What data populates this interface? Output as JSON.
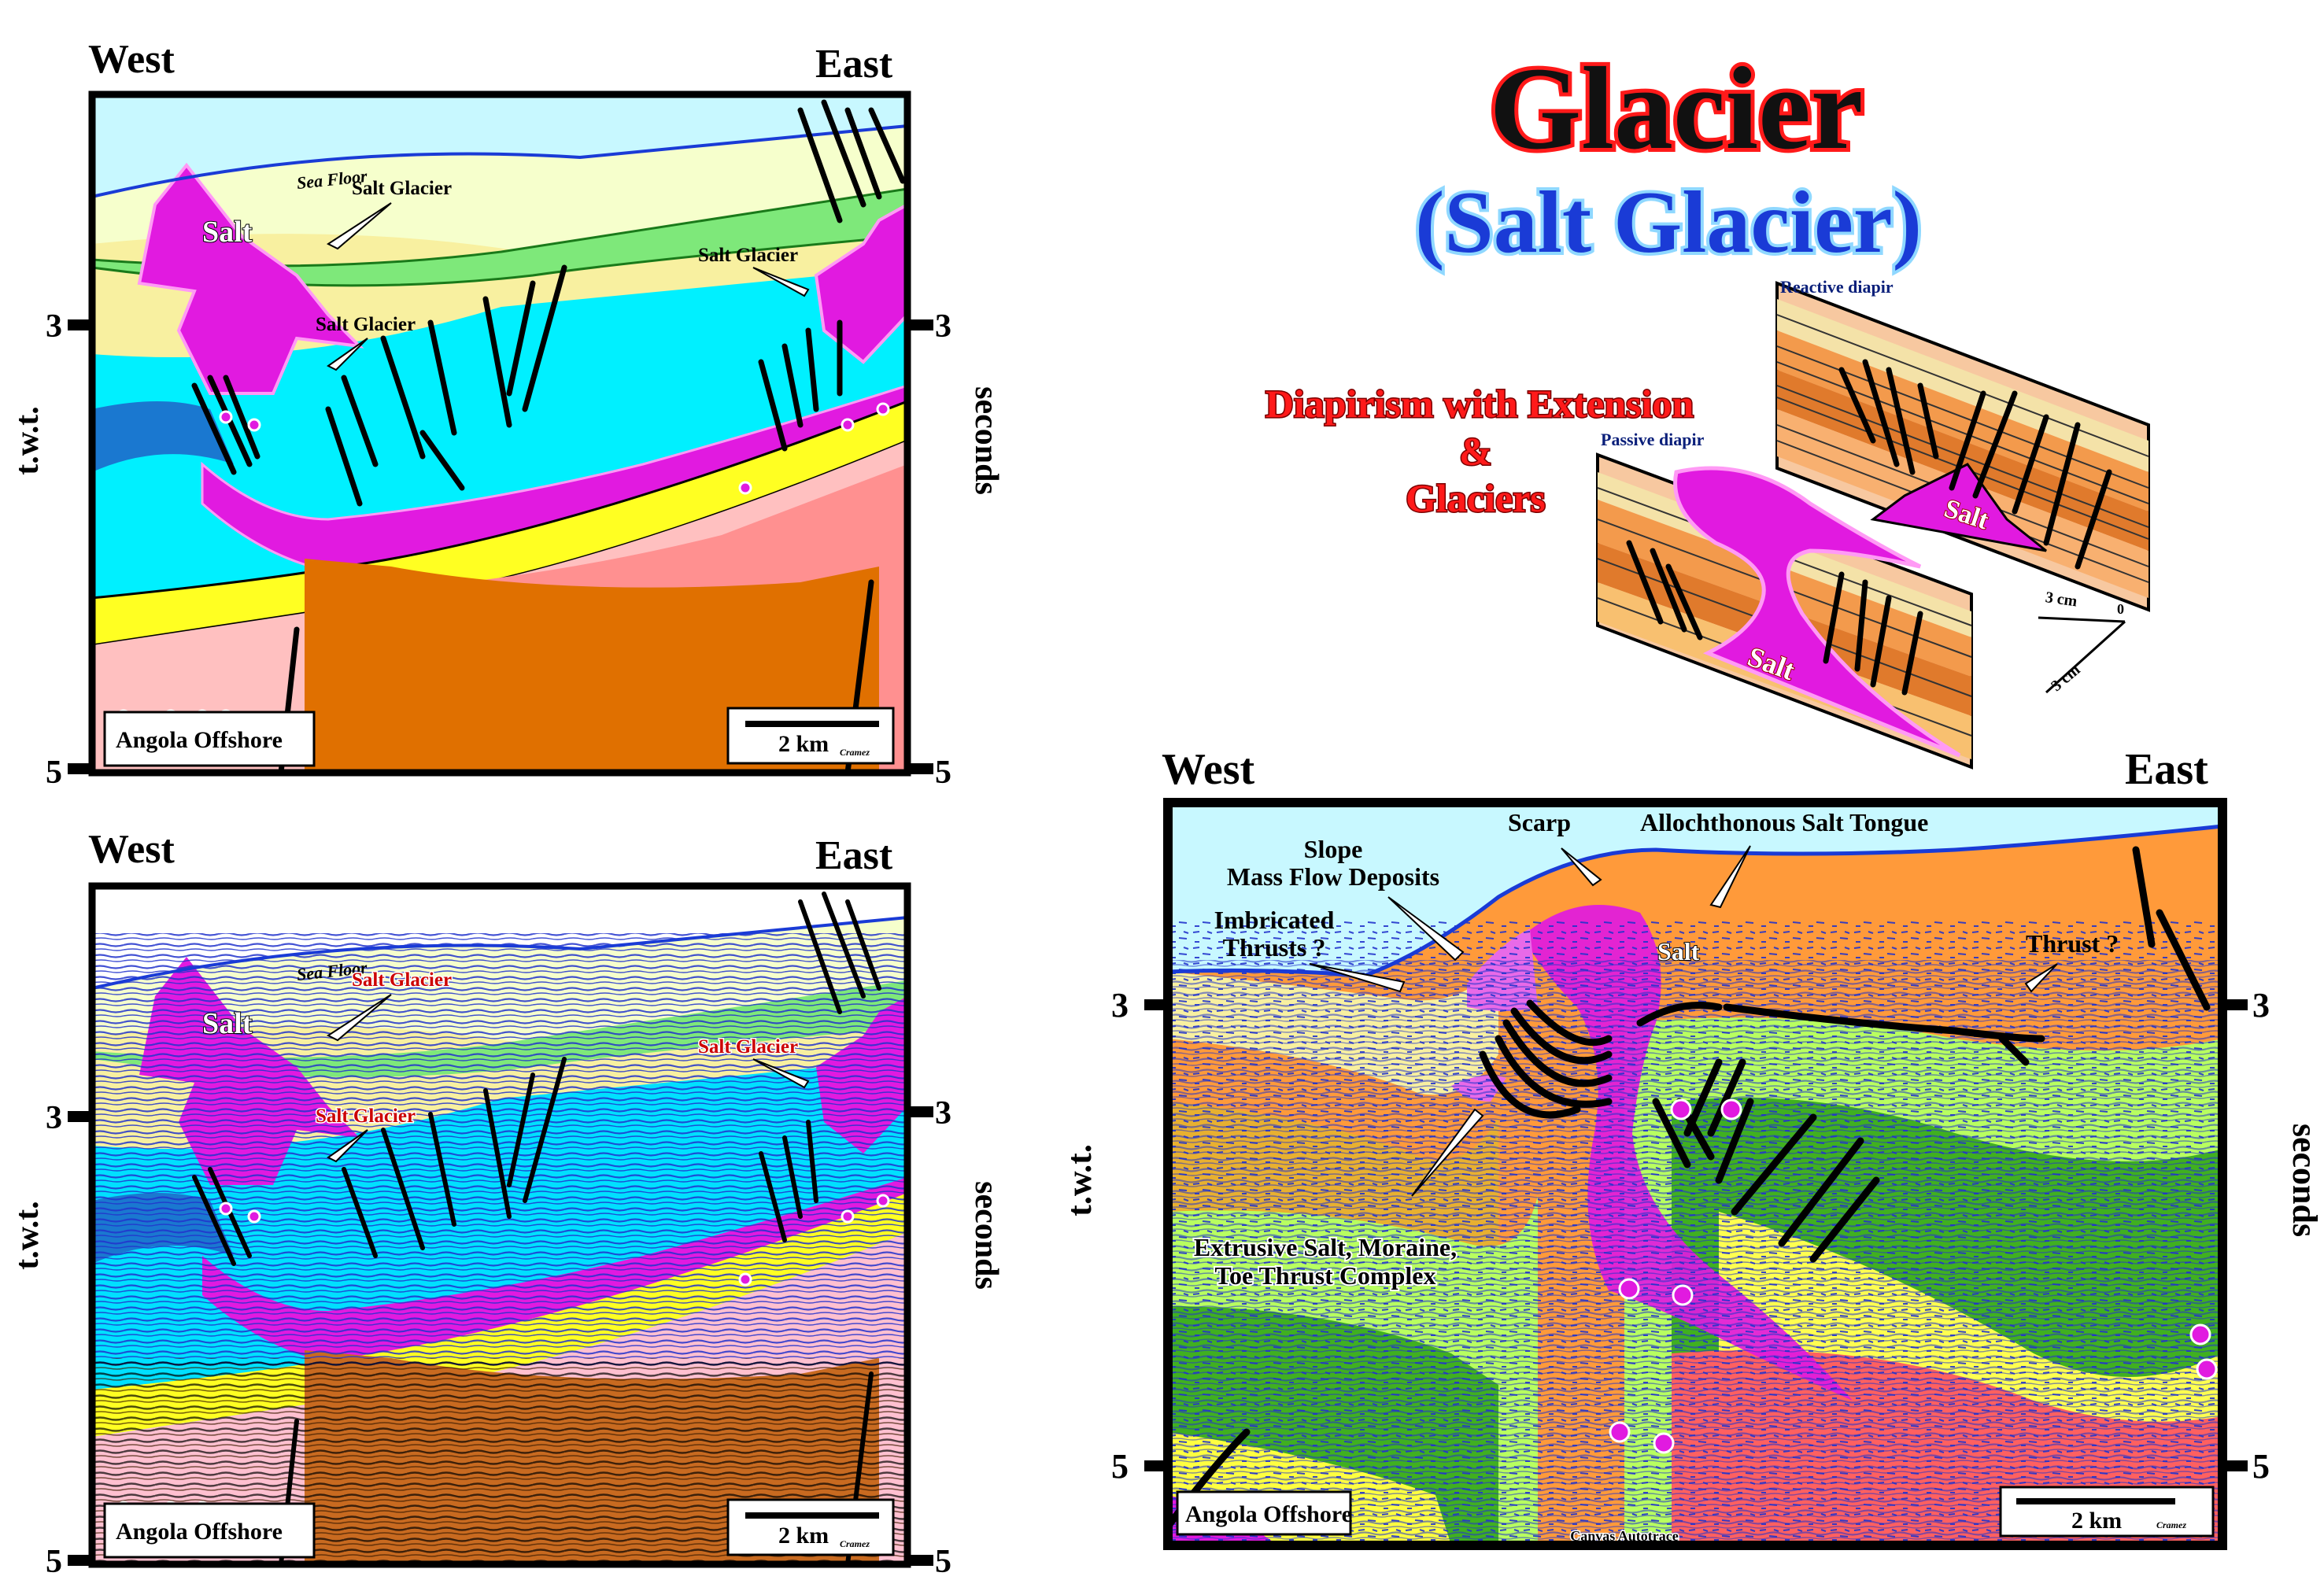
{
  "title": {
    "main": "Glacier",
    "sub": "(Salt Glacier)",
    "main_color": "#111111",
    "main_outline": "#ff1a1a",
    "sub_color": "#1a3bd6",
    "sub_outline": "#8fd8ff"
  },
  "diapirism": {
    "line1": "Diapirism with Extension",
    "line2": "&",
    "line3": "Glaciers",
    "color": "#ff1a1a",
    "reactive_label": "Reactive diapir",
    "passive_label": "Passive diapir",
    "salt_label_1": "Salt",
    "salt_label_2": "Salt",
    "scale_a": "3 cm",
    "scale_b": "3 cm",
    "scale_zero": "0"
  },
  "panel_a": {
    "west": "West",
    "east": "East",
    "twt": "t.w.t.",
    "seconds": "seconds",
    "tick_3_left": "3",
    "tick_5_left": "5",
    "tick_3_right": "3",
    "tick_5_right": "5",
    "sea_floor": "Sea Floor",
    "salt": "Salt",
    "glacier_1": "Salt Glacier",
    "glacier_2": "Salt Glacier",
    "glacier_3": "Salt Glacier",
    "location": "Angola Offshore",
    "scale": "2 km",
    "credit": "Cramez"
  },
  "panel_b": {
    "west": "West",
    "east": "East",
    "twt": "t.w.t.",
    "seconds": "seconds",
    "tick_3_left": "3",
    "tick_5_left": "5",
    "tick_3_right": "3",
    "tick_5_right": "5",
    "sea_floor": "Sea Floor",
    "salt": "Salt",
    "glacier_1": "Salt Glacier",
    "glacier_2": "Salt Glacier",
    "glacier_3": "Salt Glacier",
    "location": "Angola Offshore",
    "scale": "2 km",
    "credit": "Cramez"
  },
  "panel_c": {
    "west": "West",
    "east": "East",
    "twt": "t.w.t.",
    "seconds": "seconds",
    "tick_3_left": "3",
    "tick_5_left": "5",
    "tick_3_right": "3",
    "tick_5_right": "5",
    "scarp": "Scarp",
    "tongue": "Allochthonous Salt Tongue",
    "slope_1": "Slope",
    "slope_2": "Mass Flow Deposits",
    "imbricated_1": "Imbricated",
    "imbricated_2": "Thrusts ?",
    "thrust": "Thrust ?",
    "salt": "Salt",
    "extrusive_1": "Extrusive Salt, Moraine,",
    "extrusive_2": "Toe Thrust Complex",
    "location": "Angola Offshore",
    "scale": "2 km",
    "credit": "Cramez",
    "autotrace": "Canvas Autotrace"
  },
  "colors": {
    "salt": "#e11ae0",
    "sea": "#c8f8ff",
    "cyan": "#00f0ff",
    "yellow": "#ffff22",
    "pale_yellow": "#f6ffcc",
    "green": "#7ee87a",
    "orange_brown": "#e07000",
    "pink": "#ffc0c0",
    "orange": "#ff9a3a",
    "lime": "#b8ff60",
    "dark_green": "#40b020",
    "red": "#ff6060"
  }
}
